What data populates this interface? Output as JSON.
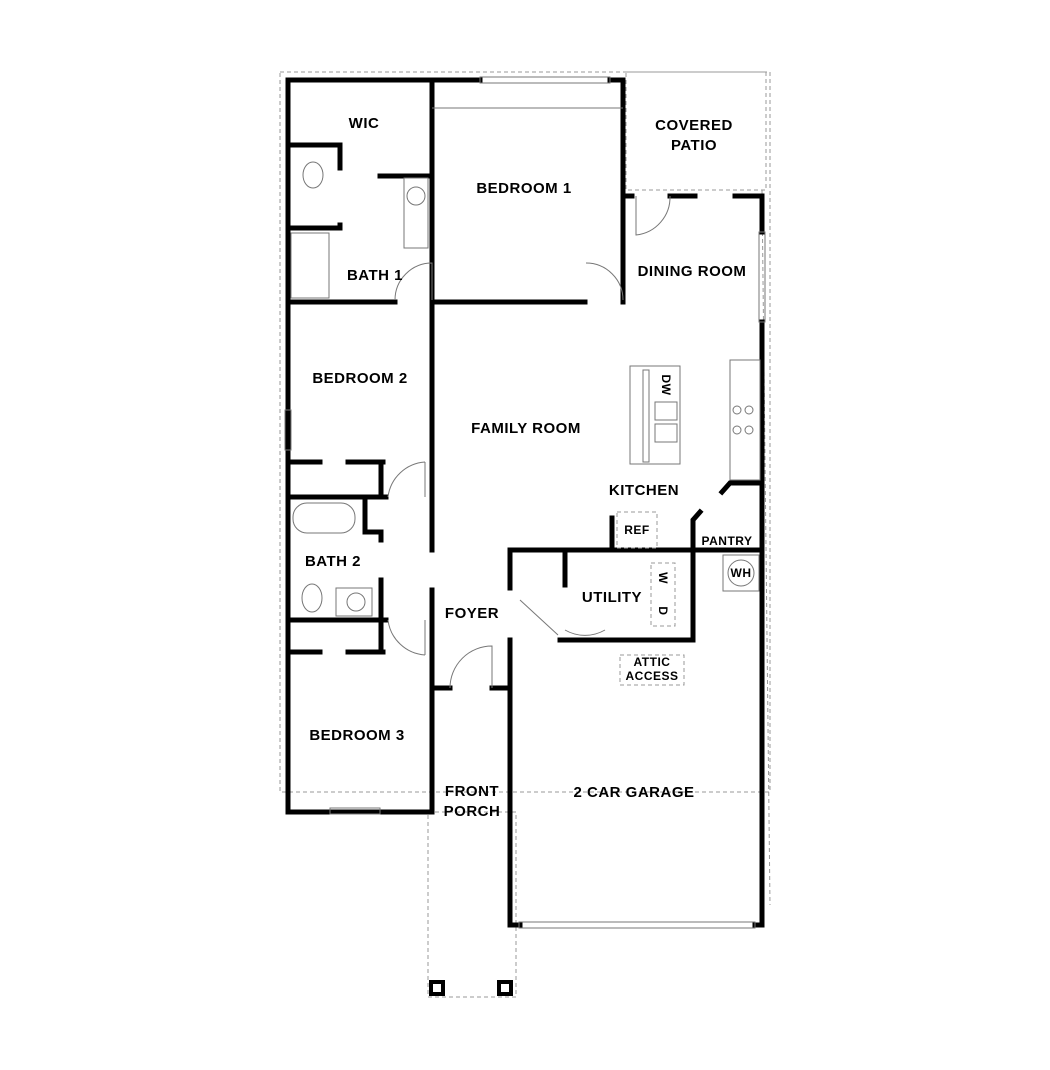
{
  "rooms": {
    "wic": "WIC",
    "covered_patio_1": "COVERED",
    "covered_patio_2": "PATIO",
    "bedroom1": "BEDROOM 1",
    "bath1": "BATH 1",
    "dining_room": "DINING ROOM",
    "bedroom2": "BEDROOM 2",
    "family_room": "FAMILY ROOM",
    "kitchen": "KITCHEN",
    "bath2": "BATH 2",
    "foyer": "FOYER",
    "utility": "UTILITY",
    "pantry": "PANTRY",
    "bedroom3": "BEDROOM 3",
    "front_porch_1": "FRONT",
    "front_porch_2": "PORCH",
    "garage": "2 CAR GARAGE"
  },
  "fixtures": {
    "dishwasher": "DW",
    "refrigerator": "REF",
    "washer": "W",
    "dryer": "D",
    "water_heater": "WH",
    "attic_1": "ATTIC",
    "attic_2": "ACCESS"
  },
  "colors": {
    "wall": "#000000",
    "line": "#777777"
  }
}
